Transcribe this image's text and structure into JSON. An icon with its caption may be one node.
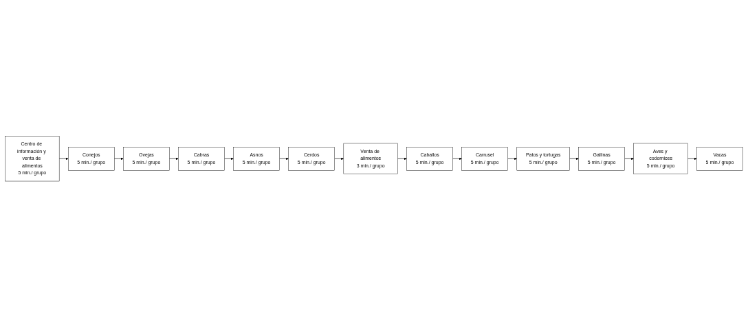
{
  "diagram": {
    "nodes": [
      {
        "text": [
          "Centro de información y venta de alimentos",
          "5 min./ grupo"
        ]
      },
      {
        "text": [
          "Conejos",
          "5 min./ grupo"
        ]
      },
      {
        "text": [
          "Ovejas",
          "5 min./ grupo"
        ]
      },
      {
        "text": [
          "Cabras",
          "5 min./ grupo"
        ]
      },
      {
        "text": [
          "Asnos",
          "5 min./ grupo"
        ]
      },
      {
        "text": [
          "Cerdos",
          "5 min./ grupo"
        ]
      },
      {
        "text": [
          "Venta de alimentos",
          "3 min./ grupo"
        ]
      },
      {
        "text": [
          "Caballos",
          "5 min./ grupo"
        ]
      },
      {
        "text": [
          "Carrusel",
          "5 min./ grupo"
        ]
      },
      {
        "text": [
          "Patos y tortugas",
          "5 min./ grupo"
        ]
      },
      {
        "text": [
          "Gallinas",
          "5 min./ grupo"
        ]
      },
      {
        "text": [
          "Aves y codornices",
          "5 min./ grupo"
        ]
      },
      {
        "text": [
          "Vacas",
          "5 min./ grupo"
        ]
      }
    ],
    "edges": [
      {
        "from": 0,
        "to": 1,
        "arrow": "to"
      },
      {
        "from": 1,
        "to": 2,
        "arrow": "to"
      },
      {
        "from": 2,
        "to": 3,
        "arrow": "to"
      },
      {
        "from": 3,
        "to": 4,
        "arrow": "to"
      },
      {
        "from": 4,
        "to": 5,
        "arrow": "to"
      },
      {
        "from": 5,
        "to": 6,
        "arrow": "to"
      },
      {
        "from": 6,
        "to": 7,
        "arrow": "to"
      },
      {
        "from": 7,
        "to": 8,
        "arrow": "to"
      },
      {
        "from": 8,
        "to": 9,
        "arrow": "to"
      },
      {
        "from": 9,
        "to": 10,
        "arrow": "to"
      },
      {
        "from": 10,
        "to": 11,
        "arrow": "to"
      },
      {
        "from": 11,
        "to": 12,
        "arrow": "to"
      }
    ]
  }
}
